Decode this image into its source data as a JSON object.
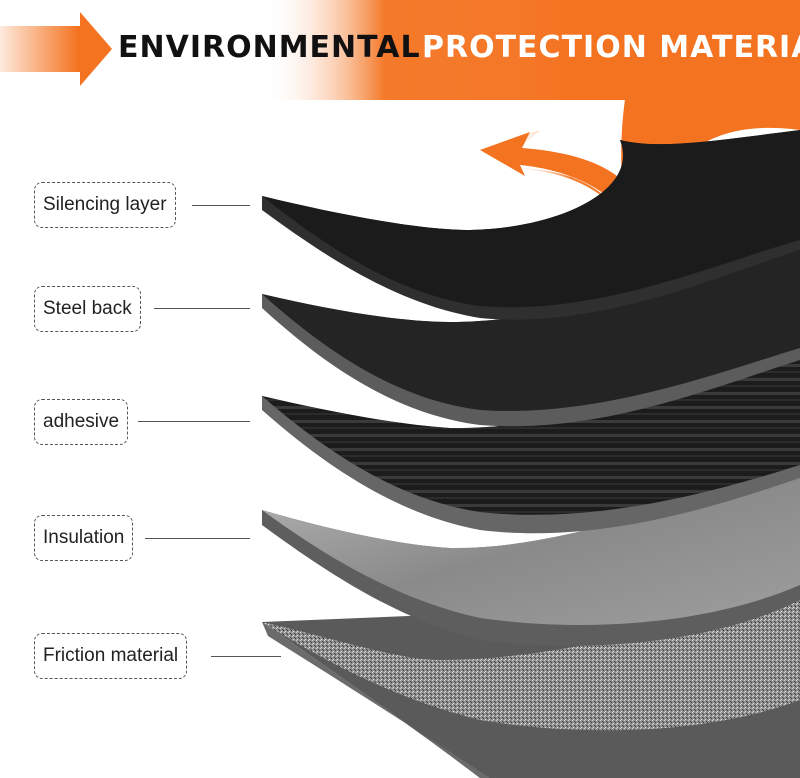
{
  "title": {
    "dark_part": "ENVIRONMENTAL",
    "light_part": "PROTECTION MATERIAL"
  },
  "colors": {
    "accent_orange": "#f47320",
    "silencing_layer": "#1c1c1c",
    "steel_back": "#2a2a2a",
    "adhesive": "#1e1e1e",
    "insulation": "#8f8f8f",
    "friction_material": "#9a9a9a",
    "edge_gray": "#6b6b6b"
  },
  "layers": [
    {
      "label": "Silencing layer"
    },
    {
      "label": "Steel back"
    },
    {
      "label": "adhesive"
    },
    {
      "label": "Insulation"
    },
    {
      "label": "Friction material"
    }
  ]
}
